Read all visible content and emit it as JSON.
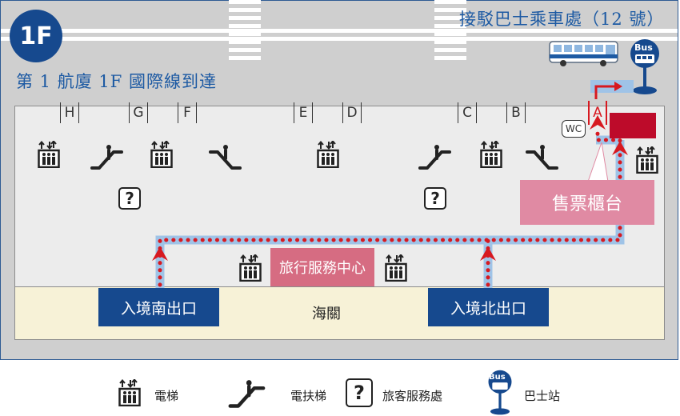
{
  "floor_badge": "1F",
  "terminal_title": "第 1 航廈 1F  國際線到達",
  "bus_stop_title": "接駁巴士乘車處（12 號）",
  "bus_sign_text": "Bus",
  "gates": [
    "H",
    "G",
    "F",
    "E",
    "D",
    "C",
    "B",
    "A"
  ],
  "wc_label": "WC",
  "info_mark": "?",
  "exits": {
    "south": "入境南出口",
    "north": "入境北出口"
  },
  "travel_center": "旅行服務中心",
  "ticket_counter": "售票櫃台",
  "customs": "海關",
  "legend": {
    "elevator": "電梯",
    "escalator": "電扶梯",
    "info": "旅客服務處",
    "bus": "巴士站"
  },
  "colors": {
    "brand_blue": "#16498e",
    "route_red": "#d71920",
    "route_band": "#9fc3e7",
    "counter_red": "#bd0b2a",
    "ticket_pink": "#e08aa3",
    "travel_pink": "#d66c82",
    "customs_yellow": "#f7f2d7"
  },
  "icons": [
    "elevator-icon",
    "escalator-icon",
    "info-icon",
    "bus-stop-icon",
    "bus-icon",
    "route-arrow-icon"
  ]
}
